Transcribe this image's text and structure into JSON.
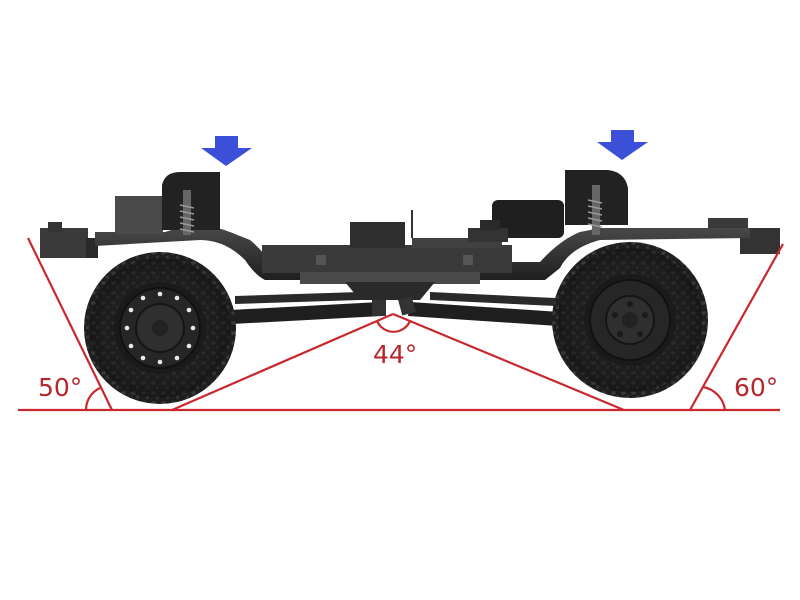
{
  "diagram": {
    "subject": "RC crawler chassis side view",
    "colors": {
      "background": "#ffffff",
      "annotation_red": "#c8282e",
      "label_red": "#b8262c",
      "arrow_blue": "#3b4fd8",
      "chassis_dark": "#2a2a2a",
      "chassis_mid": "#3c3c3c",
      "tire": "#1e1e1e"
    },
    "angles": {
      "approach": {
        "label": "50°",
        "value": 50
      },
      "breakover": {
        "label": "44°",
        "value": 44
      },
      "departure": {
        "label": "60°",
        "value": 60
      }
    },
    "arrows": [
      {
        "position": "front-shock-mount",
        "direction": "down",
        "icon": "down-arrow-icon"
      },
      {
        "position": "rear-shock-mount",
        "direction": "down",
        "icon": "down-arrow-icon"
      }
    ],
    "components": [
      "front-wheel",
      "rear-wheel",
      "ladder-frame",
      "front-shock-tower",
      "rear-shock-tower",
      "motor",
      "battery-tray",
      "driveshafts",
      "front-bumper",
      "rear-bumper"
    ]
  }
}
